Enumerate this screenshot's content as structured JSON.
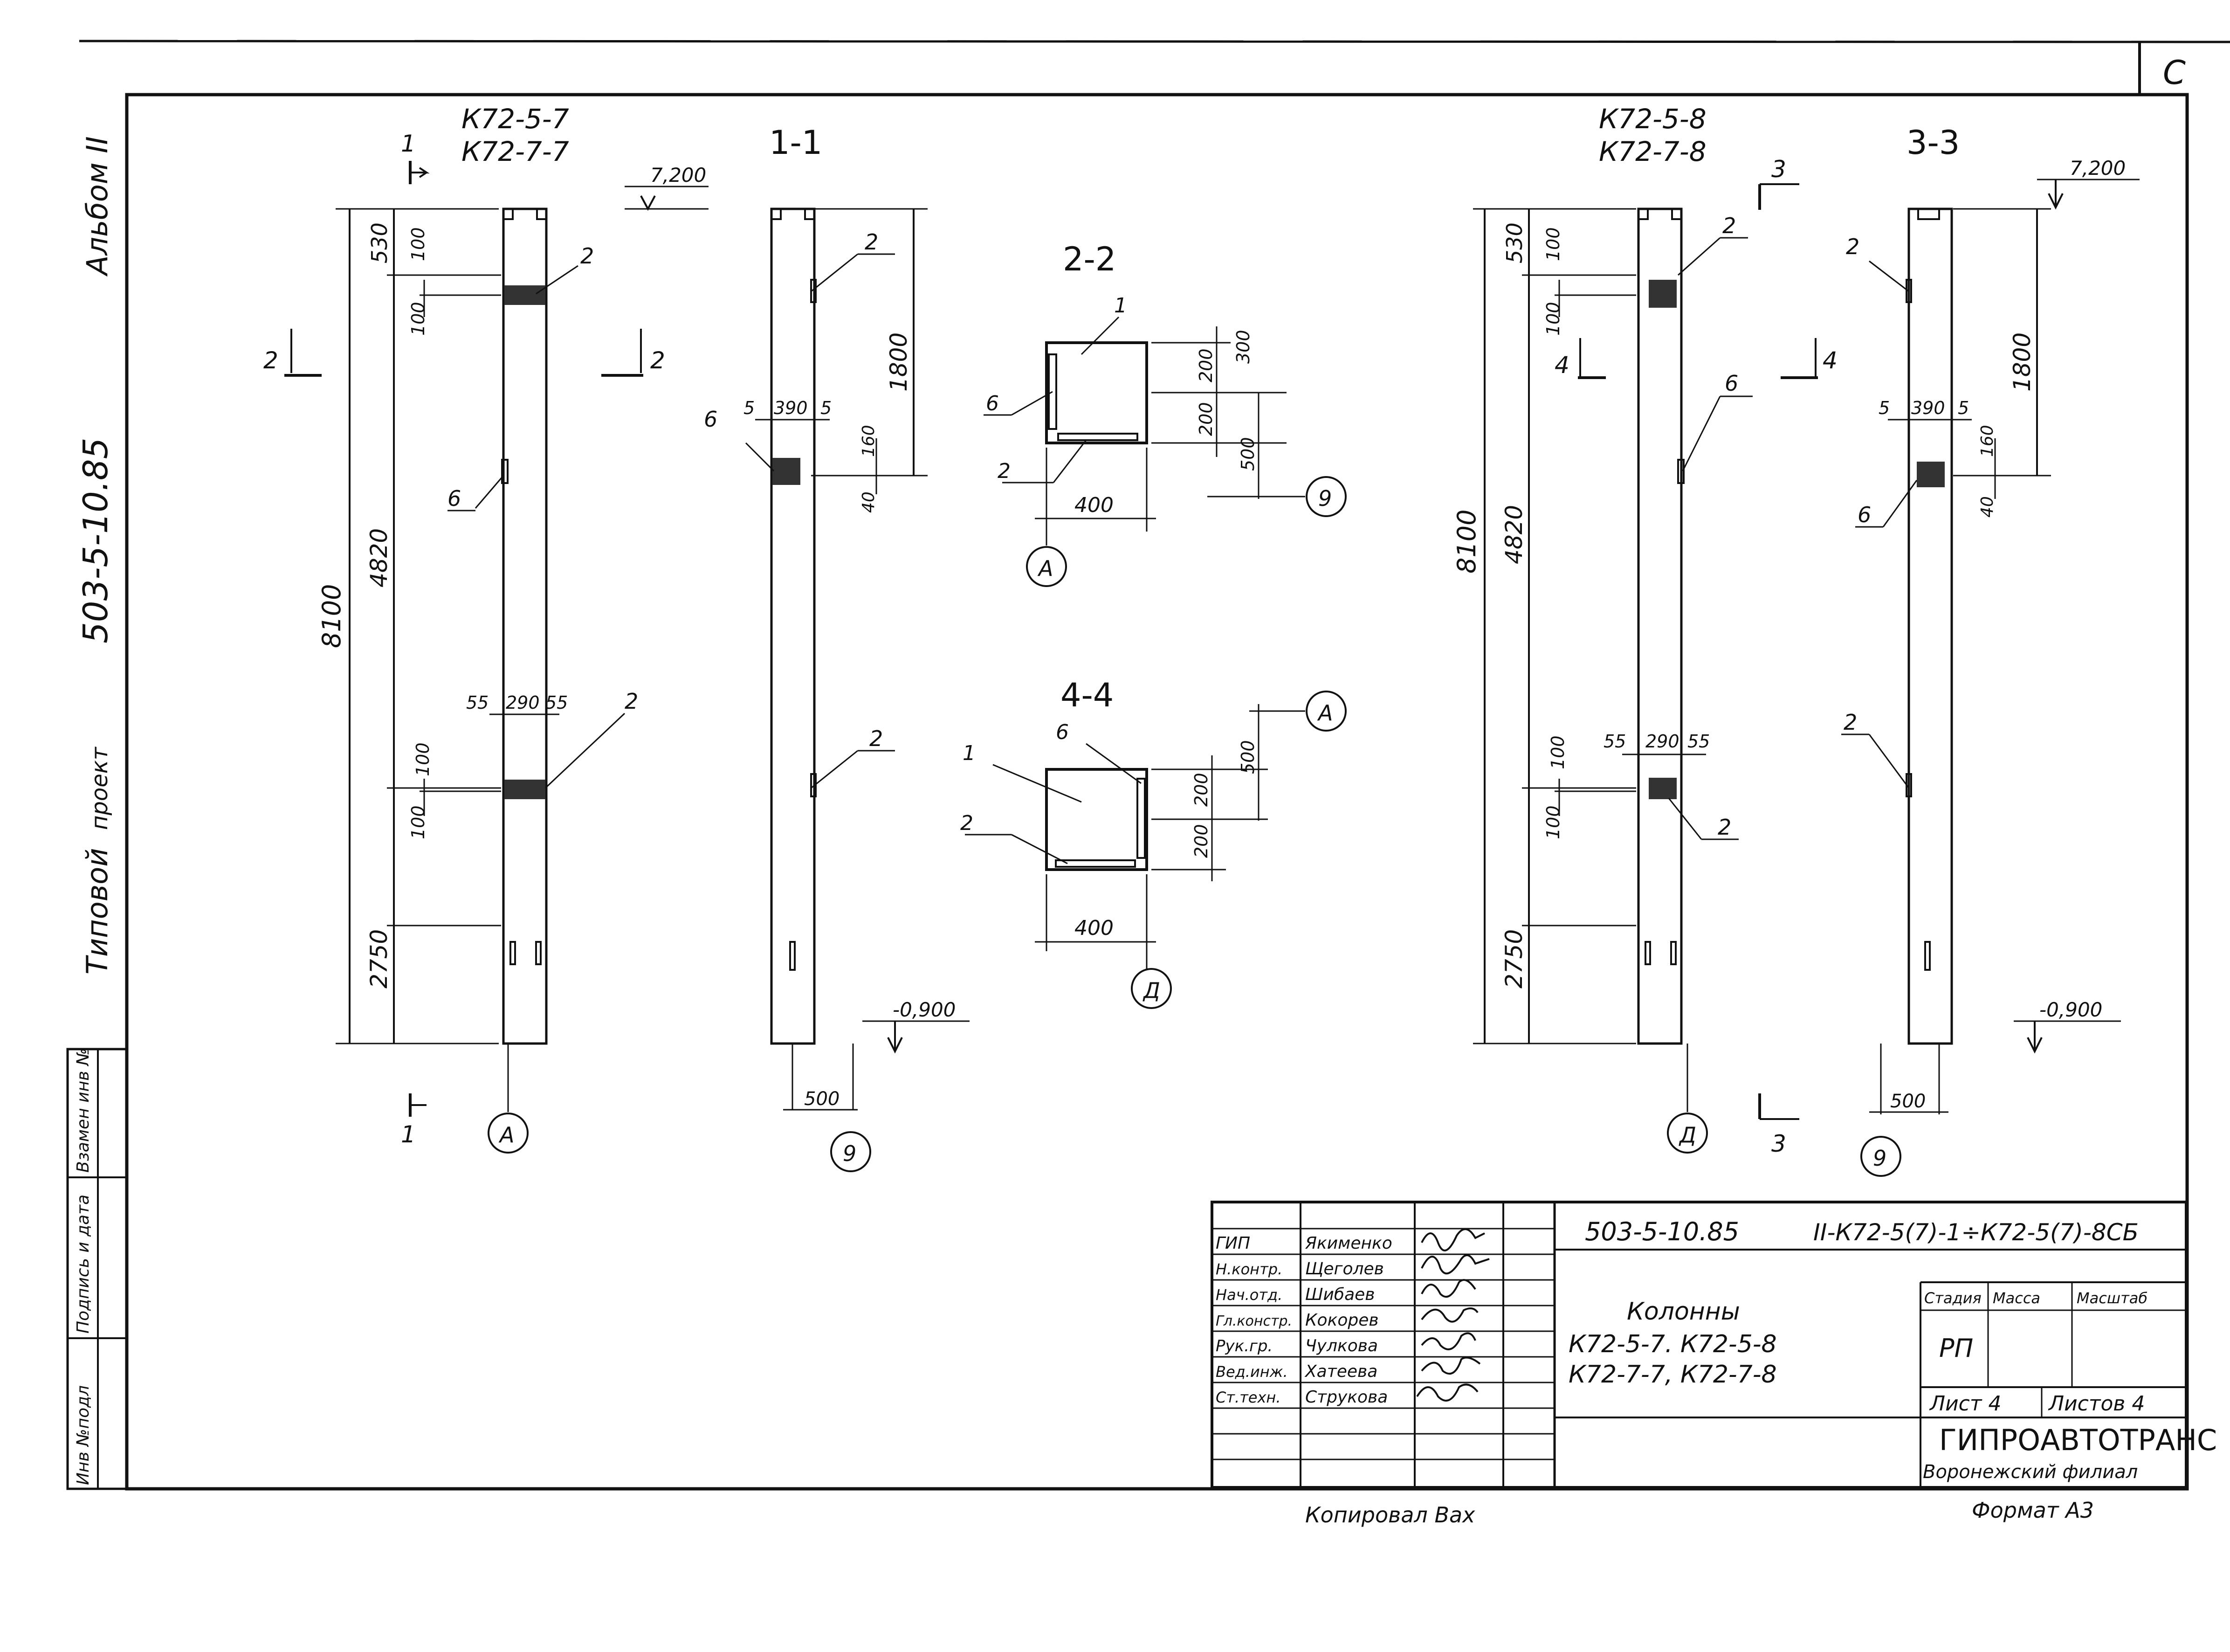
{
  "sheet": {
    "side_labels": {
      "album": "Альбом II",
      "code": "503-5-10.85",
      "typical": "Типовой",
      "project": "проект"
    },
    "margin_stamp": [
      "Инв №подл",
      "Подпись и дата",
      "Взамен инв №"
    ],
    "corner_mark": "С"
  },
  "left_elevation": {
    "marks": [
      "К72-5-7",
      "К72-7-7"
    ],
    "dims": {
      "total": "8100",
      "top": "530",
      "mid": "4820",
      "bottom": "2750",
      "d100a": "100",
      "d100b": "100",
      "d100c": "100",
      "d100d": "100",
      "w55a": "55",
      "w290": "290",
      "w55b": "55"
    },
    "level": "7,200",
    "callouts": {
      "two_top": "2",
      "six": "6",
      "two_bottom": "2"
    },
    "cut_labels": {
      "c1_top": "1",
      "c1_bot": "1",
      "c2_left": "2",
      "c2_right": "2"
    },
    "axis": "А"
  },
  "section_1_1": {
    "title": "1-1",
    "dims": {
      "h1800": "1800",
      "w5a": "5",
      "w390": "390",
      "w5b": "5",
      "d160": "160",
      "d40": "40",
      "base": "500"
    },
    "level": "-0,900",
    "callouts": {
      "two_top": "2",
      "six": "6",
      "two_bottom": "2"
    },
    "axis": "9"
  },
  "section_2_2": {
    "title": "2-2",
    "dims": {
      "v200a": "200",
      "v300": "300",
      "v200b": "200",
      "v500": "500",
      "w400": "400"
    },
    "callouts": {
      "one": "1",
      "six": "6",
      "two": "2"
    },
    "axis_right": "9",
    "axis_bottom": "А"
  },
  "section_4_4": {
    "title": "4-4",
    "dims": {
      "v200a": "200",
      "v500": "500",
      "v200b": "200",
      "w400": "400"
    },
    "callouts": {
      "one": "1",
      "six": "6",
      "two": "2"
    },
    "axis_right": "А",
    "axis_bottom": "Д"
  },
  "right_elevation": {
    "marks": [
      "К72-5-8",
      "К72-7-8"
    ],
    "dims": {
      "total": "8100",
      "top": "530",
      "mid": "4820",
      "bottom": "2750",
      "d100a": "100",
      "d100b": "100",
      "d100c": "100",
      "d100d": "100",
      "w55a": "55",
      "w290": "290",
      "w55b": "55"
    },
    "callouts": {
      "two_top": "2",
      "six": "6",
      "two_bottom": "2"
    },
    "cut_labels": {
      "c3_top": "3",
      "c3_bot": "3",
      "c4_left": "4",
      "c4_right": "4"
    },
    "axis": "Д"
  },
  "section_3_3": {
    "title": "3-3",
    "dims": {
      "h1800": "1800",
      "w5a": "5",
      "w390": "390",
      "w5b": "5",
      "d160": "160",
      "d40": "40",
      "base": "500"
    },
    "level_top": "7,200",
    "level_bot": "-0,900",
    "callouts": {
      "two_top": "2",
      "six": "6",
      "two_bottom": "2"
    },
    "axis": "9"
  },
  "title_block": {
    "staff": [
      {
        "role": "ГИП",
        "name": "Якименко"
      },
      {
        "role": "Н.контр.",
        "name": "Щеголев"
      },
      {
        "role": "Нач.отд.",
        "name": "Шибаев"
      },
      {
        "role": "Гл.констр.",
        "name": "Кокорев"
      },
      {
        "role": "Рук.гр.",
        "name": "Чулкова"
      },
      {
        "role": "Вед.инж.",
        "name": "Хатеева"
      },
      {
        "role": "Ст.техн.",
        "name": "Струкова"
      }
    ],
    "doc_code": "503-5-10.85",
    "doc_series": "II-К72-5(7)-1÷К72-5(7)-8СБ",
    "object_title": "Колонны",
    "object_line1": "К72-5-7.  К72-5-8",
    "object_line2": "К72-7-7,  К72-7-8",
    "stage_header": "Стадия",
    "mass_header": "Масса",
    "scale_header": "Масштаб",
    "stage": "РП",
    "sheet_label": "Лист 4",
    "sheets_label": "Листов 4",
    "org_name": "ГИПРОАВТОТРАНС",
    "org_branch": "Воронежский филиал",
    "copied_by": "Копировал Вах",
    "format": "Формат А3"
  }
}
